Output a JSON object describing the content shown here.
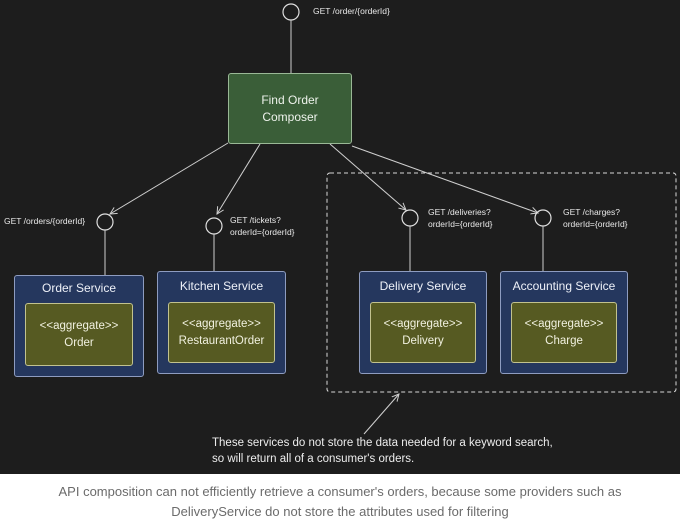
{
  "diagram": {
    "top_endpoint": "GET /order/{orderId}",
    "composer": "Find Order\nComposer",
    "services": [
      {
        "title": "Order Service",
        "stereotype": "<<aggregate>>",
        "aggregate": "Order",
        "endpoint": [
          "GET /orders/{orderId}"
        ]
      },
      {
        "title": "Kitchen Service",
        "stereotype": "<<aggregate>>",
        "aggregate": "RestaurantOrder",
        "endpoint": [
          "GET /tickets?",
          "orderId={orderId}"
        ]
      },
      {
        "title": "Delivery Service",
        "stereotype": "<<aggregate>>",
        "aggregate": "Delivery",
        "endpoint": [
          "GET /deliveries?",
          "orderId={orderId}"
        ]
      },
      {
        "title": "Accounting Service",
        "stereotype": "<<aggregate>>",
        "aggregate": "Charge",
        "endpoint": [
          "GET /charges?",
          "orderId={orderId}"
        ]
      }
    ],
    "note": "These services do not store the data needed for a keyword search,\nso will return all of a consumer's orders.",
    "colors": {
      "background": "#1d1d1d",
      "composer": "#3a5e38",
      "service": "#25375e",
      "aggregate": "#565a22"
    }
  },
  "caption": "API composition can not efficiently retrieve a consumer's orders, because some providers such as\nDeliveryService do not store the attributes used for filtering"
}
